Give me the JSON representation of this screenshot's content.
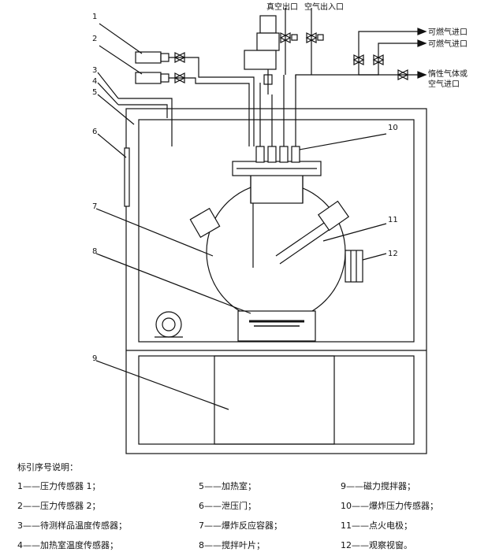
{
  "top_labels": {
    "vacuum_outlet": "真空出口",
    "air_inout": "空气出入口",
    "fuel_inlet_1": "可燃气进口",
    "fuel_inlet_2": "可燃气进口",
    "inert_gas_line1": "惰性气体或",
    "inert_gas_line2": "空气进口"
  },
  "callouts": [
    "1",
    "2",
    "3",
    "4",
    "5",
    "6",
    "7",
    "8",
    "9",
    "10",
    "11",
    "12"
  ],
  "legend": {
    "title": "标引序号说明：",
    "items": [
      {
        "num": "1",
        "text": "压力传感器 1；"
      },
      {
        "num": "5",
        "text": "加热室；"
      },
      {
        "num": "9",
        "text": "磁力搅拌器；"
      },
      {
        "num": "2",
        "text": "压力传感器 2；"
      },
      {
        "num": "6",
        "text": "泄压门；"
      },
      {
        "num": "10",
        "text": "爆炸压力传感器；"
      },
      {
        "num": "3",
        "text": "待测样品温度传感器；"
      },
      {
        "num": "7",
        "text": "爆炸反应容器；"
      },
      {
        "num": "11",
        "text": "点火电极；"
      },
      {
        "num": "4",
        "text": "加热室温度传感器；"
      },
      {
        "num": "8",
        "text": "搅拌叶片；"
      },
      {
        "num": "12",
        "text": "观察视窗。"
      }
    ]
  }
}
